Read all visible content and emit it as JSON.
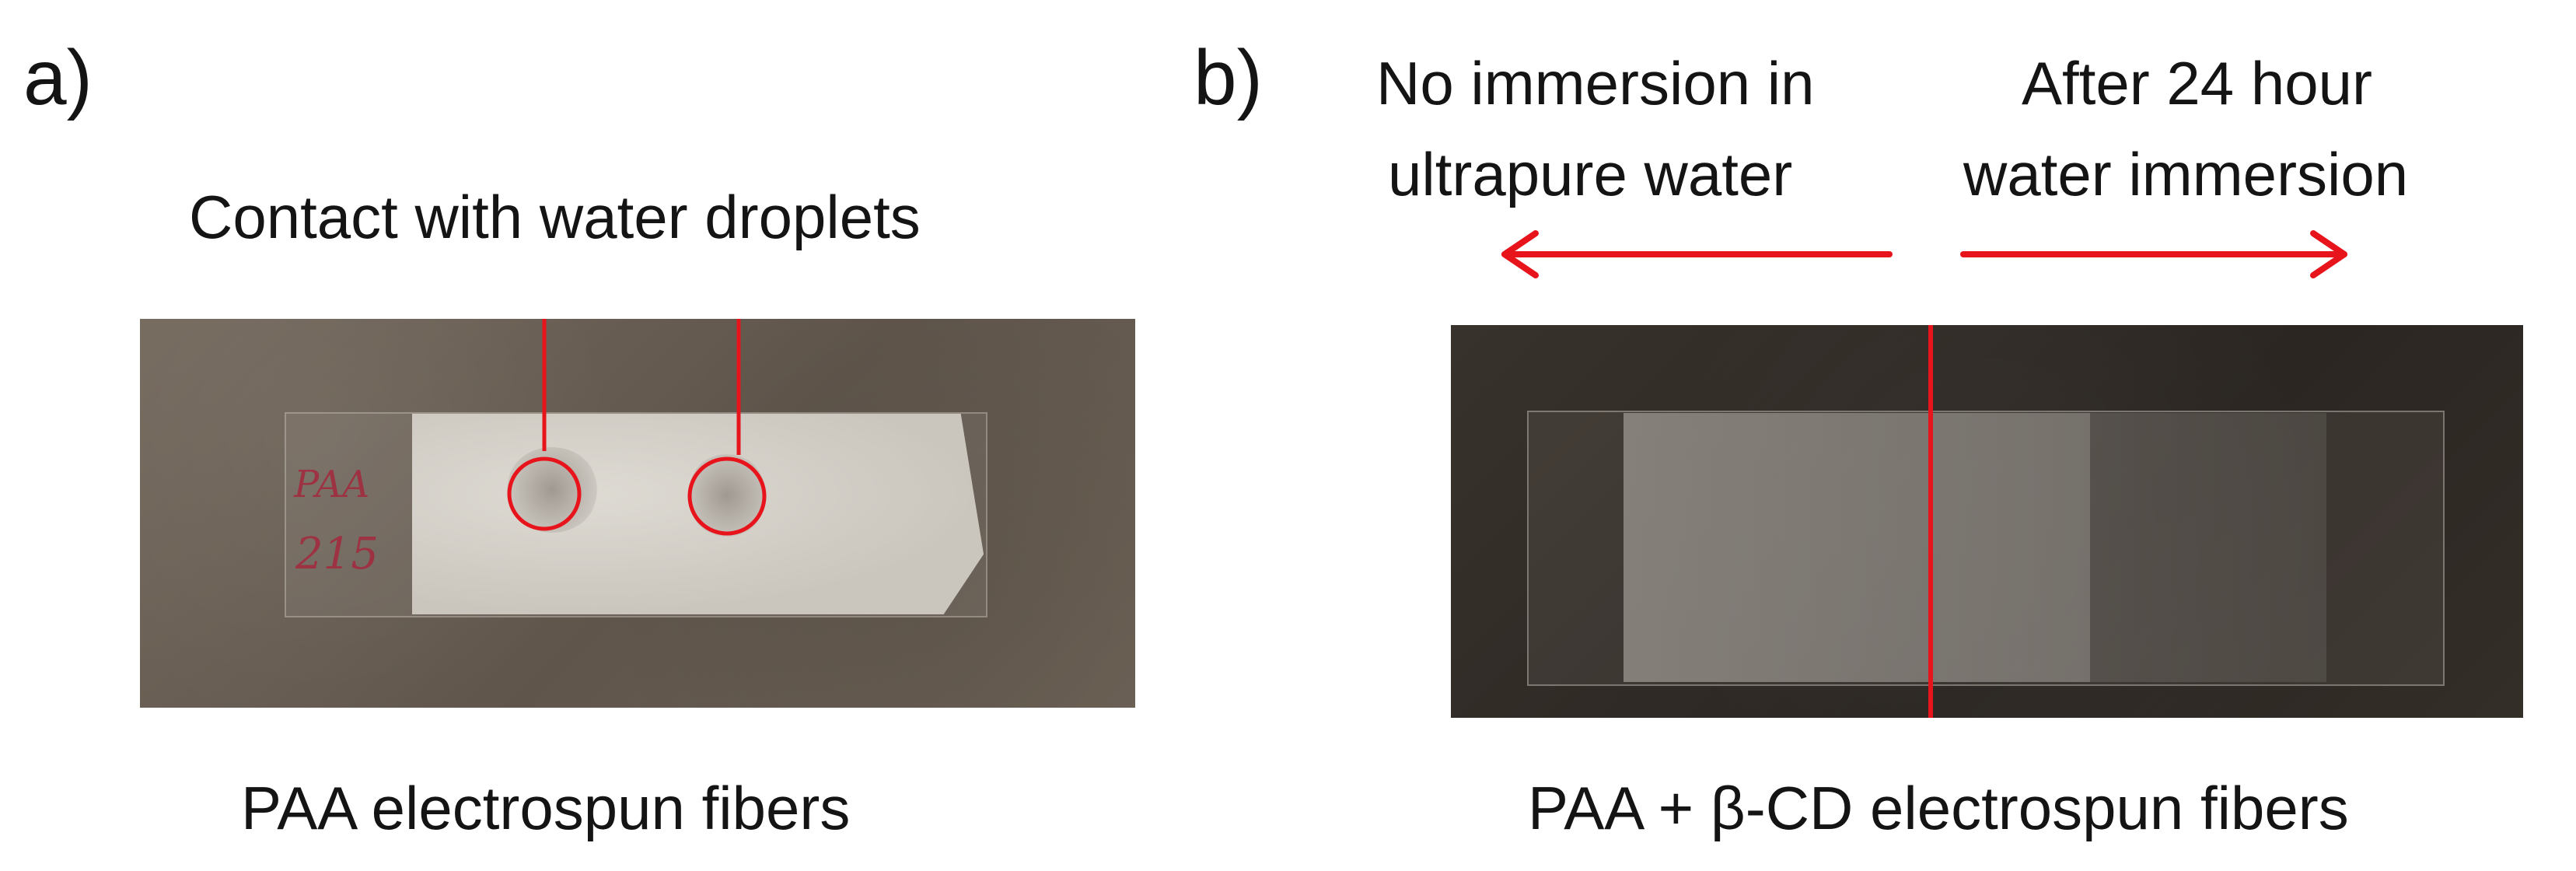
{
  "panel_a": {
    "label": "a)",
    "header": "Contact with water droplets",
    "caption": "PAA electrospun fibers",
    "slide_writing": [
      "PAA",
      "215"
    ]
  },
  "panel_b": {
    "label": "b)",
    "left_text": [
      "No immersion in",
      "ultrapure water"
    ],
    "right_text": [
      "After 24 hour",
      "water immersion"
    ],
    "caption": "PAA + β-CD electrospun fibers"
  },
  "colors": {
    "annotation_red": "#e8141c",
    "text": "#141414",
    "background": "#ffffff"
  }
}
